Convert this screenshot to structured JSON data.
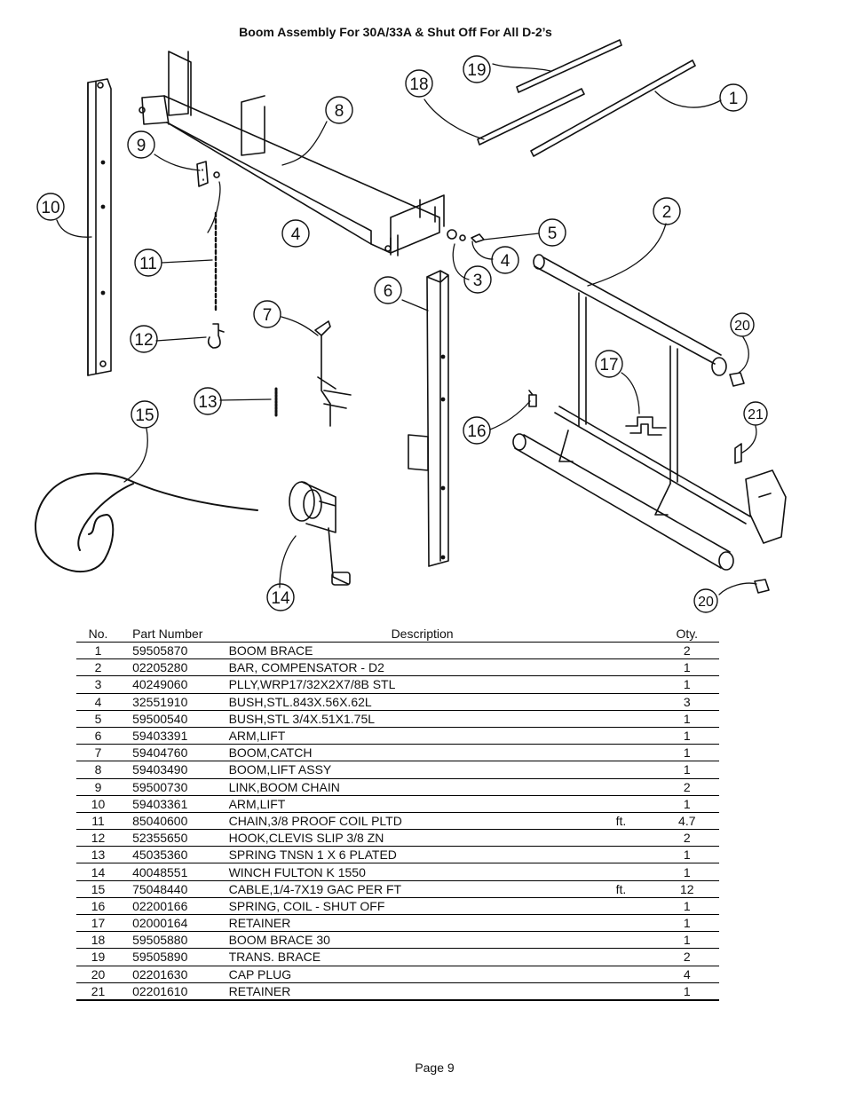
{
  "title": "Boom Assembly For 30A/33A & Shut Off For All D-2’s",
  "callouts": [
    "1",
    "2",
    "3",
    "4",
    "4",
    "5",
    "6",
    "7",
    "8",
    "9",
    "10",
    "11",
    "12",
    "13",
    "14",
    "15",
    "16",
    "17",
    "18",
    "19",
    "20",
    "20",
    "21"
  ],
  "table": {
    "headers": [
      "No.",
      "Part Number",
      "Description",
      "",
      "Oty."
    ],
    "rows": [
      {
        "no": "1",
        "part": "59505870",
        "desc": "BOOM BRACE",
        "unit": "",
        "qty": "2"
      },
      {
        "no": "2",
        "part": "02205280",
        "desc": "BAR, COMPENSATOR - D2",
        "unit": "",
        "qty": "1"
      },
      {
        "no": "3",
        "part": "40249060",
        "desc": "PLLY,WRP17/32X2X7/8B STL",
        "unit": "",
        "qty": "1"
      },
      {
        "no": "4",
        "part": "32551910",
        "desc": "BUSH,STL.843X.56X.62L",
        "unit": "",
        "qty": "3"
      },
      {
        "no": "5",
        "part": "59500540",
        "desc": "BUSH,STL 3/4X.51X1.75L",
        "unit": "",
        "qty": "1"
      },
      {
        "no": "6",
        "part": "59403391",
        "desc": "ARM,LIFT",
        "unit": "",
        "qty": "1"
      },
      {
        "no": "7",
        "part": "59404760",
        "desc": "BOOM,CATCH",
        "unit": "",
        "qty": "1"
      },
      {
        "no": "8",
        "part": "59403490",
        "desc": "BOOM,LIFT ASSY",
        "unit": "",
        "qty": "1"
      },
      {
        "no": "9",
        "part": "59500730",
        "desc": "LINK,BOOM CHAIN",
        "unit": "",
        "qty": "2"
      },
      {
        "no": "10",
        "part": "59403361",
        "desc": "ARM,LIFT",
        "unit": "",
        "qty": "1"
      },
      {
        "no": "11",
        "part": "85040600",
        "desc": "CHAIN,3/8 PROOF COIL PLTD",
        "unit": "ft.",
        "qty": "4.7"
      },
      {
        "no": "12",
        "part": "52355650",
        "desc": "HOOK,CLEVIS SLIP 3/8 ZN",
        "unit": "",
        "qty": "2"
      },
      {
        "no": "13",
        "part": "45035360",
        "desc": "SPRING TNSN 1 X 6 PLATED",
        "unit": "",
        "qty": "1"
      },
      {
        "no": "14",
        "part": "40048551",
        "desc": "WINCH FULTON K 1550",
        "unit": "",
        "qty": "1"
      },
      {
        "no": "15",
        "part": "75048440",
        "desc": "CABLE,1/4-7X19 GAC PER FT",
        "unit": "ft.",
        "qty": "12"
      },
      {
        "no": "16",
        "part": "02200166",
        "desc": "SPRING, COIL - SHUT OFF",
        "unit": "",
        "qty": "1"
      },
      {
        "no": "17",
        "part": "02000164",
        "desc": "RETAINER",
        "unit": "",
        "qty": "1"
      },
      {
        "no": "18",
        "part": "59505880",
        "desc": "BOOM BRACE  30",
        "unit": "",
        "qty": "1"
      },
      {
        "no": "19",
        "part": "59505890",
        "desc": "TRANS. BRACE",
        "unit": "",
        "qty": "2"
      },
      {
        "no": "20",
        "part": "02201630",
        "desc": "CAP PLUG",
        "unit": "",
        "qty": "4"
      },
      {
        "no": "21",
        "part": "02201610",
        "desc": "RETAINER",
        "unit": "",
        "qty": "1"
      }
    ]
  },
  "footer": {
    "page": "Page 9"
  }
}
